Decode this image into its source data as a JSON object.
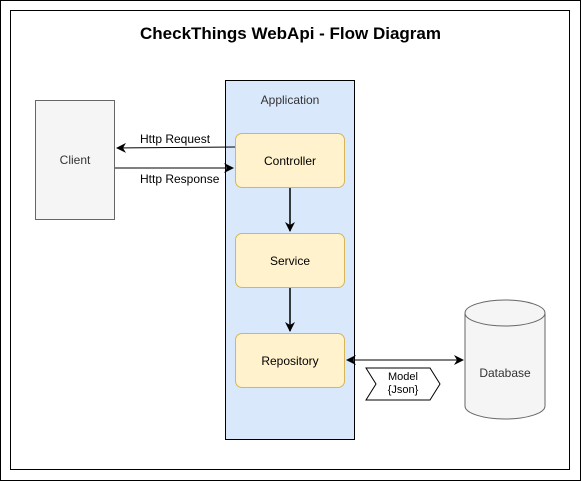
{
  "title": "CheckThings WebApi - Flow Diagram",
  "nodes": {
    "client": "Client",
    "application": "Application",
    "controller": "Controller",
    "service": "Service",
    "repository": "Repository",
    "database": "Database"
  },
  "edges": {
    "request": "Http Request",
    "response": "Http Response"
  },
  "model_tag": {
    "line1": "Model",
    "line2": "{Json}"
  },
  "colors": {
    "application_fill": "#dae8fc",
    "component_fill": "#fff2cc",
    "component_stroke": "#d6b656",
    "client_fill": "#f5f5f5",
    "database_fill": "#f5f5f5"
  }
}
